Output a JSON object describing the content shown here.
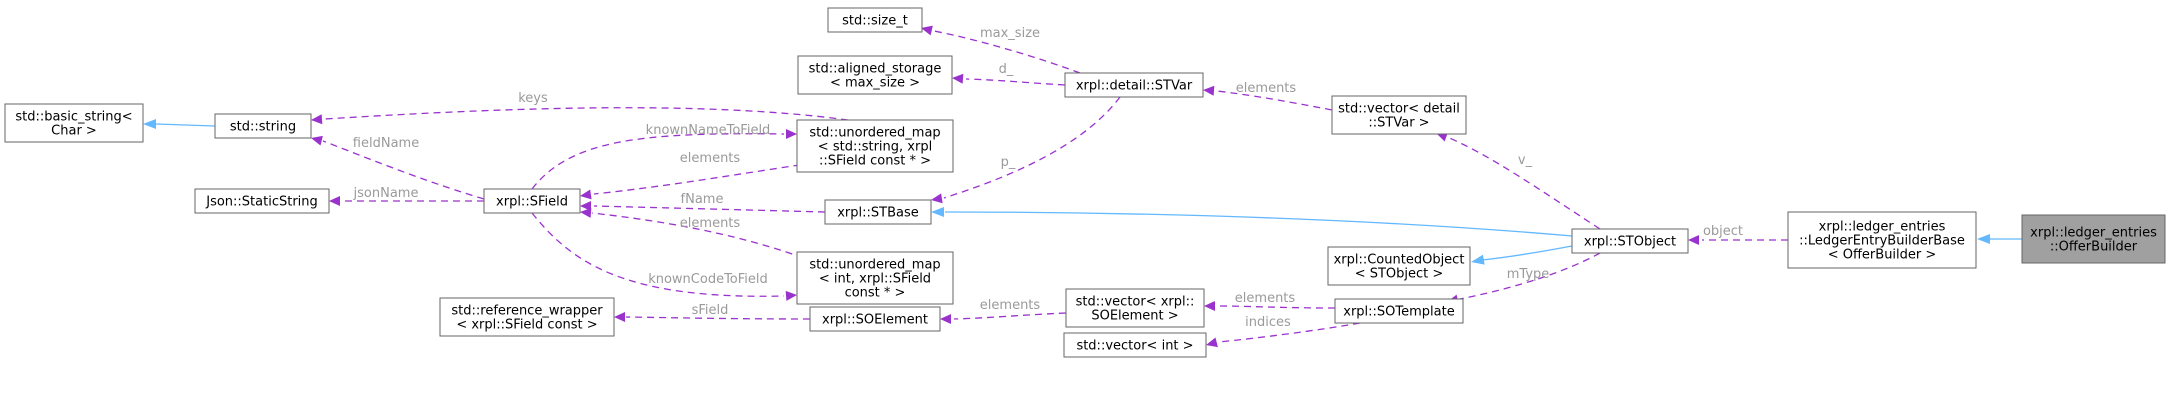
{
  "nodes": {
    "offer_builder": [
      "xrpl::ledger_entries",
      "::OfferBuilder"
    ],
    "ledger_entry_builder_base": [
      "xrpl::ledger_entries",
      "::LedgerEntryBuilderBase",
      "< OfferBuilder >"
    ],
    "stobject": [
      "xrpl::STObject"
    ],
    "counted_object": [
      "xrpl::CountedObject",
      "< STObject >"
    ],
    "sotemplate": [
      "xrpl::SOTemplate"
    ],
    "vector_int": [
      "std::vector< int >"
    ],
    "vector_soelement": [
      "std::vector< xrpl::",
      "SOElement >"
    ],
    "soelement": [
      "xrpl::SOElement"
    ],
    "reference_wrapper": [
      "std::reference_wrapper",
      "< xrpl::SField const >"
    ],
    "unordered_map_int": [
      "std::unordered_map",
      "< int, xrpl::SField",
      "const * >"
    ],
    "stbase": [
      "xrpl::STBase"
    ],
    "sfield": [
      "xrpl::SField"
    ],
    "static_string": [
      "Json::StaticString"
    ],
    "unordered_map_string": [
      "std::unordered_map",
      "< std::string, xrpl",
      "::SField const * >"
    ],
    "std_string": [
      "std::string"
    ],
    "basic_string": [
      "std::basic_string<",
      "Char >"
    ],
    "vector_stvar": [
      "std::vector< detail",
      "::STVar >"
    ],
    "stvar": [
      "xrpl::detail::STVar"
    ],
    "aligned_storage": [
      "std::aligned_storage",
      "< max_size >"
    ],
    "size_t": [
      "std::size_t"
    ]
  },
  "edge_labels": {
    "object": "object",
    "v": "v_",
    "mtype": "mType",
    "elements_sotemplate": "elements",
    "indices": "indices",
    "elements_soelement": "elements",
    "sfield": "sField",
    "known_code_to_field": "knownCodeToField",
    "elements_map_int": "elements",
    "fname": "fName",
    "p": "p_",
    "json_name": "jsonName",
    "field_name": "fieldName",
    "known_name_to_field": "knownNameToField",
    "elements_map_string": "elements",
    "keys": "keys",
    "elements_stvar": "elements",
    "d": "d_",
    "max_size": "max_size"
  },
  "colors": {
    "inheritance_edge": "#63b8ff",
    "usage_edge": "#9a32cd",
    "edge_label": "#9a9a9a",
    "node_border": "#666666",
    "focus_node_fill": "#a0a0a0"
  }
}
